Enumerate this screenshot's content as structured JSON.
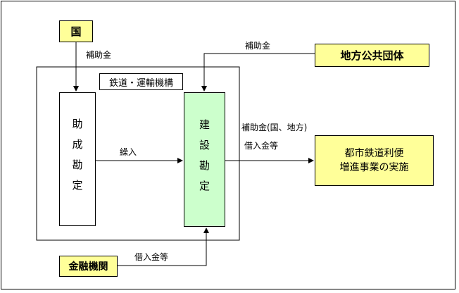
{
  "nodes": {
    "kuni": "国",
    "chihou": "地方公共団体",
    "kikou": "鉄道・運輸機構",
    "josei": "助成勘定",
    "kensetsu": "建設勘定",
    "toshi_line1": "都市鉄道利便",
    "toshi_line2": "増進事業の実施",
    "kinyu": "金融機関"
  },
  "edges": {
    "kuni_to_josei": "補助金",
    "chihou_to_kensetsu": "補助金",
    "josei_to_kensetsu": "繰入",
    "kensetsu_to_toshi_1": "補助金(国、地方)",
    "kensetsu_to_toshi_2": "借入金等",
    "kinyu_to_kensetsu": "借入金等"
  },
  "colors": {
    "yellow": "#ffff99",
    "green": "#ccffcc"
  }
}
